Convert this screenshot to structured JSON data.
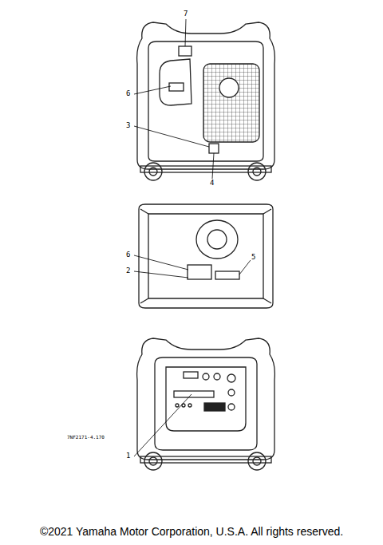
{
  "diagram": {
    "caption": "©2021 Yamaha Motor Corporation, U.S.A. All rights reserved.",
    "labels": [
      "7",
      "6",
      "3",
      "4",
      "6",
      "2",
      "5",
      "1",
      "7NF2171-4.170"
    ]
  }
}
